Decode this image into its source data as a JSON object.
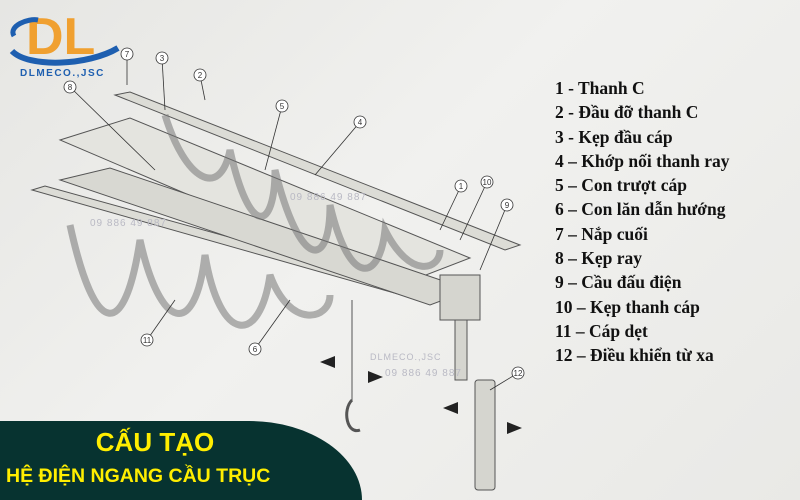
{
  "logo": {
    "letters": "DL",
    "company": "DLMECO.,JSC",
    "colors": {
      "orange": "#f0a030",
      "blue": "#1e5fb0"
    }
  },
  "watermark": {
    "phone": "09 886 49 887",
    "company": "DLMECO.,JSC"
  },
  "legend": [
    "1 - Thanh C",
    "2 - Đầu đỡ thanh C",
    "3 - Kẹp đầu cáp",
    "4 – Khớp nối thanh ray",
    "5 – Con trượt cáp",
    "6 – Con lăn dẫn hướng",
    "7 – Nắp cuối",
    "8 – Kẹp ray",
    "9 – Cầu đấu điện",
    "10 – Kẹp thanh cáp",
    "11 – Cáp dẹt",
    "12 – Điều khiển từ xa"
  ],
  "callouts": [
    "1",
    "2",
    "3",
    "4",
    "5",
    "6",
    "7",
    "8",
    "9",
    "10",
    "11",
    "12"
  ],
  "banner": {
    "title": "CẤU TẠO",
    "subtitle": "HỆ ĐIỆN NGANG CẦU TRỤC",
    "bg": "#073330",
    "text": "#ffee00"
  }
}
